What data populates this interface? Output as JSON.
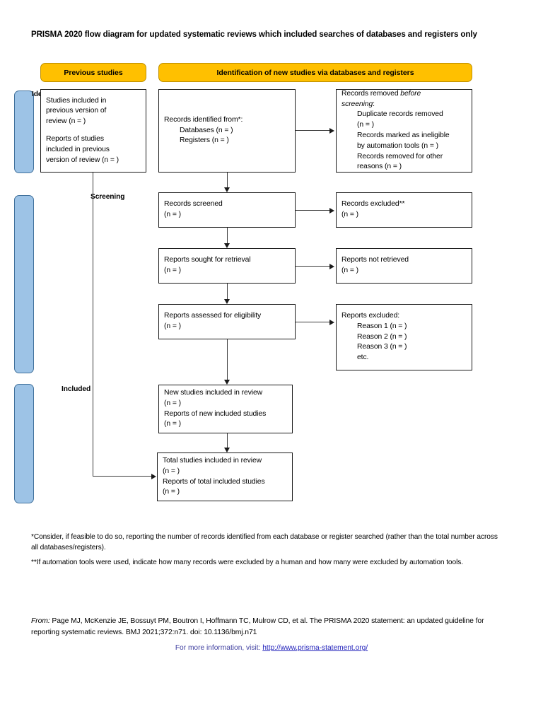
{
  "title": "PRISMA 2020 flow diagram for updated systematic reviews which included searches of databases and registers only",
  "colors": {
    "header_bar": "#FFC000",
    "header_bar_border": "#BF9000",
    "stage_bar": "#9DC3E6",
    "stage_bar_border": "#41719C",
    "box_border": "#1a1a1a",
    "link": "#2222bb"
  },
  "headers": {
    "previous_studies": "Previous studies",
    "identification_of_new": "Identification of new studies via databases and registers"
  },
  "stages": {
    "identification": "Identification",
    "screening": "Screening",
    "included": "Included"
  },
  "boxes": {
    "previous_studies": {
      "line1": "Studies included in",
      "line2": "previous version of",
      "line3": "review (n = )",
      "line4": "Reports of studies",
      "line5": "included in previous",
      "line6": "version of review (n = )"
    },
    "records_identified": {
      "line1": "Records identified from*:",
      "line2": "Databases (n = )",
      "line3": "Registers (n = )"
    },
    "records_removed": {
      "line1a": "Records removed ",
      "line1b": "before",
      "line2a": "screening",
      "line2b": ":",
      "line3": "Duplicate records removed",
      "line4": "(n = )",
      "line5": "Records marked as ineligible",
      "line6": "by automation tools (n = )",
      "line7": "Records removed for other",
      "line8": "reasons (n = )"
    },
    "records_screened": {
      "line1": "Records screened",
      "line2": "(n = )"
    },
    "records_excluded": {
      "line1": "Records excluded**",
      "line2": "(n = )"
    },
    "reports_sought": {
      "line1": "Reports sought for retrieval",
      "line2": "(n = )"
    },
    "reports_not_retrieved": {
      "line1": "Reports not retrieved",
      "line2": "(n = )"
    },
    "reports_assessed": {
      "line1": "Reports assessed for eligibility",
      "line2": "(n = )"
    },
    "reports_excluded": {
      "line1": "Reports excluded:",
      "line2": "Reason 1 (n = )",
      "line3": "Reason 2 (n = )",
      "line4": "Reason 3 (n = )",
      "line5": "etc."
    },
    "new_studies": {
      "line1": "New studies included in review",
      "line2": "(n = )",
      "line3": "Reports of new included studies",
      "line4": "(n = )"
    },
    "total_studies": {
      "line1": "Total studies included in review",
      "line2": "(n = )",
      "line3": "Reports of total included studies",
      "line4": "(n = )"
    }
  },
  "footnotes": {
    "one": "*Consider, if feasible to do so, reporting the number of records identified from each database or register searched (rather than the total number across all databases/registers).",
    "two": "**If automation tools were used, indicate how many records were excluded by a human and how many were excluded by automation tools."
  },
  "citation": {
    "from_label": "From:",
    "text": "  Page MJ, McKenzie JE, Bossuyt PM, Boutron I, Hoffmann TC, Mulrow CD, et al. The PRISMA 2020 statement: an updated guideline for reporting systematic reviews. BMJ 2021;372:n71. doi: 10.1136/bmj.n71"
  },
  "more_info": {
    "prefix": "For more information, visit: ",
    "link": "http://www.prisma-statement.org/"
  }
}
